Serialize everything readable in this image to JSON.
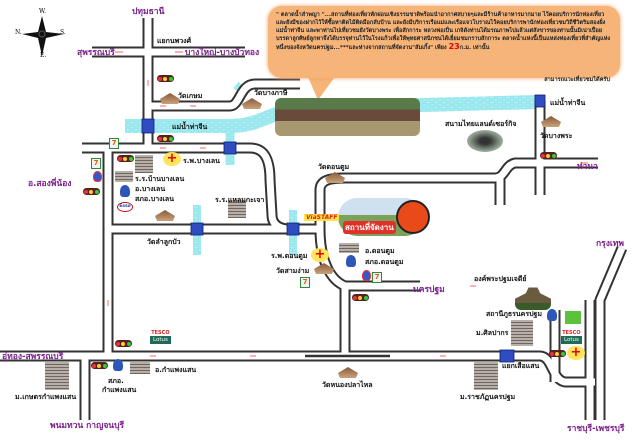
{
  "compass": {
    "north": "N.",
    "south": "S.",
    "west": "W.",
    "east": "E."
  },
  "info_bubble": {
    "text": "\" ตลาดน้ำลำพญา \"...สถานที่ท่องเที่ยวพักผ่อนเชิงธรรมชาติพร้อมนำอากาศสบายๆและมีร้านค้าอาหารมากมาย ไว้คอยบริการนักท่องเที่ยวและยังมีของฝากไว้ให้ซื้อหาติดไม้ติดมือกลับบ้าน และยังมีบริการเรือแม่และเรือแจวโบราณไว้คอยบริการพานักท่องเที่ยวชมวิถีชีวิตริมสองฝั่งแม่น้ำท่าจีน และพาท่านไปเที่ยวชมยังวัดบางพระ เพื่อสักการะ หลวงพ่อเปิ่น เกจิดังท่านได้มรณภาพไปแล้วแต่สังขารของท่านนั้นมิเน่าเปื่อย บรรดาลูกศิษย์ลูกหาจึงได้บรรจุท่านไว้ในโรงแก้วเพื่อให้พุทธศาสนิกชนได้เยี่ยมชมกราบสักการะ ตลาดน้ำแห่งนี้เป็นแหล่งท่องเที่ยวที่สำคัญแห่งหนึ่งของจังหวัดนครปฐม...***และห่างจากสถานที่จัดงาน\"สัมเกิ้ง\" เพียง",
    "distance": "23",
    "unit_suffix": "ก.ม. เท่านั้น",
    "ending": "สามารถแวะเที่ยวชมได้ครับ"
  },
  "destinations": {
    "pathum_thani": "ปทุมธานี",
    "suphanburi": "สุพรรณบุรี",
    "bang_yai": "บางใหญ่-บางบัวทอง",
    "song_phi_nong": "อ.สองพี่น้อง",
    "tha_na": "ท่านา",
    "nakhon_pathom": "นครปฐม",
    "bangkok": "กรุงเทพ",
    "u_thong": "อู่ทอง-สุพรรณบุรี",
    "phanom_thuan": "พนมทวน กาญจนบุรี",
    "ratchaburi": "ราชบุรี-เพชรบุรี"
  },
  "places": {
    "yaek_nopphawong": "แยกนพวงศ์",
    "wat_kasem": "วัดเกษม",
    "wat_bang_phasi": "วัดบางภาษี",
    "river_1": "แม่น้ำท่าจีน",
    "river_2": "แม่น้ำท่าจีน",
    "circuit": "สนามไทยแลนด์เซอร์กิจ",
    "wat_bang_phra": "วัดบางพระ",
    "hospital_bang_len": "ร.พ.บางเลน",
    "school_ban_bang_len": "ร.ร.บ้านบางเลน",
    "district_bang_len": "อ.บางเลน",
    "police_bang_len": "สภอ.บางเลน",
    "school_laem_kachao": "ร.ร.แหลมกะเจา",
    "wat_don_tum": "วัดดอนตูม",
    "wat_lam_luk_bua": "วัดลำลูกบัว",
    "hospital_don_tum": "ร.พ.ดอนตูม",
    "wat_sam_ngam": "วัดสามง่าม",
    "district_don_tum": "อ.ดอนตูม",
    "police_don_tum": "สภอ.ดอนตูม",
    "phra_pathom_chedi": "องค์พระปฐมเจดีย์",
    "police_station_np": "สถานีภูธรนครปฐม",
    "silpakorn": "ม.ศิลปากร",
    "yaek": "แยกเสือแสน",
    "rajabhat": "ม.ราชภัฏนครปฐม",
    "wat_nong_pla_lai": "วัดหนองปลาไหล",
    "district_kamphaeng_saen": "อ.กำแพงแสน",
    "police_kamphaeng_saen_1": "สภอ.",
    "police_kamphaeng_saen_2": "กำแพงแสน",
    "kasetsart": "ม.เกษตรกำแพงแสน"
  },
  "venue": {
    "label": "สถานที่จัดงาน",
    "badge": "ViaSTAFF"
  },
  "brands": {
    "tesco": "TESCO",
    "lotus": "Lotus",
    "seven": "7",
    "esso": "Esso"
  },
  "icons": [
    "compass-rose-icon",
    "traffic-light-icon",
    "hospital-cross-icon",
    "seven-eleven-icon",
    "temple-icon",
    "police-icon",
    "fuel-station-icon",
    "bridge-icon"
  ],
  "colors": {
    "road": "#333333",
    "river": "#aaf0f4",
    "bridge": "#3050c8",
    "destination_text": "#7a1e8c",
    "bubble": "#f6b478",
    "highlight": "#e00000"
  }
}
